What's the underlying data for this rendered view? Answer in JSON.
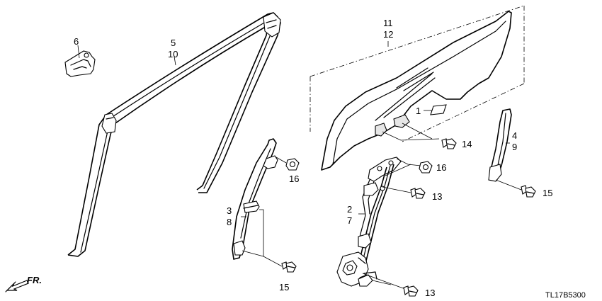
{
  "callouts": {
    "c1": "1",
    "c2": "2",
    "c3": "3",
    "c4": "4",
    "c5": "5",
    "c6": "6",
    "c7": "7",
    "c8": "8",
    "c9": "9",
    "c10": "10",
    "c11": "11",
    "c12": "12",
    "c13a": "13",
    "c13b": "13",
    "c14": "14",
    "c15a": "15",
    "c15b": "15",
    "c16a": "16",
    "c16b": "16"
  },
  "direction_label": "FR.",
  "diagram_code": "TL17B5300"
}
